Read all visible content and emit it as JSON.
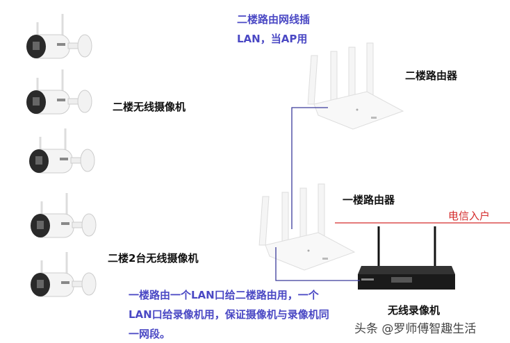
{
  "labels": {
    "upstairs_cameras": "二楼无线摄像机",
    "two_wireless_cameras": "二楼2台无线摄像机",
    "upstairs_router": "二楼路由器",
    "downstairs_router": "一楼路由器",
    "isp_inbound": "电信入户",
    "nvr": "无线录像机"
  },
  "notes": {
    "ap_note_line1": "二楼路由网线插",
    "ap_note_line2": "LAN，当AP用",
    "lan_note_line1": "一楼路由一个LAN口给二楼路由用，一个",
    "lan_note_line2": "LAN口给录像机用，保证摄像机与录像机同",
    "lan_note_line3": "一网段。"
  },
  "watermark": "头条 @罗师傅智趣生活",
  "colors": {
    "note_blue": "#4a48c4",
    "cable_blue": "#3a3a9a",
    "isp_red": "#d42a2a"
  }
}
